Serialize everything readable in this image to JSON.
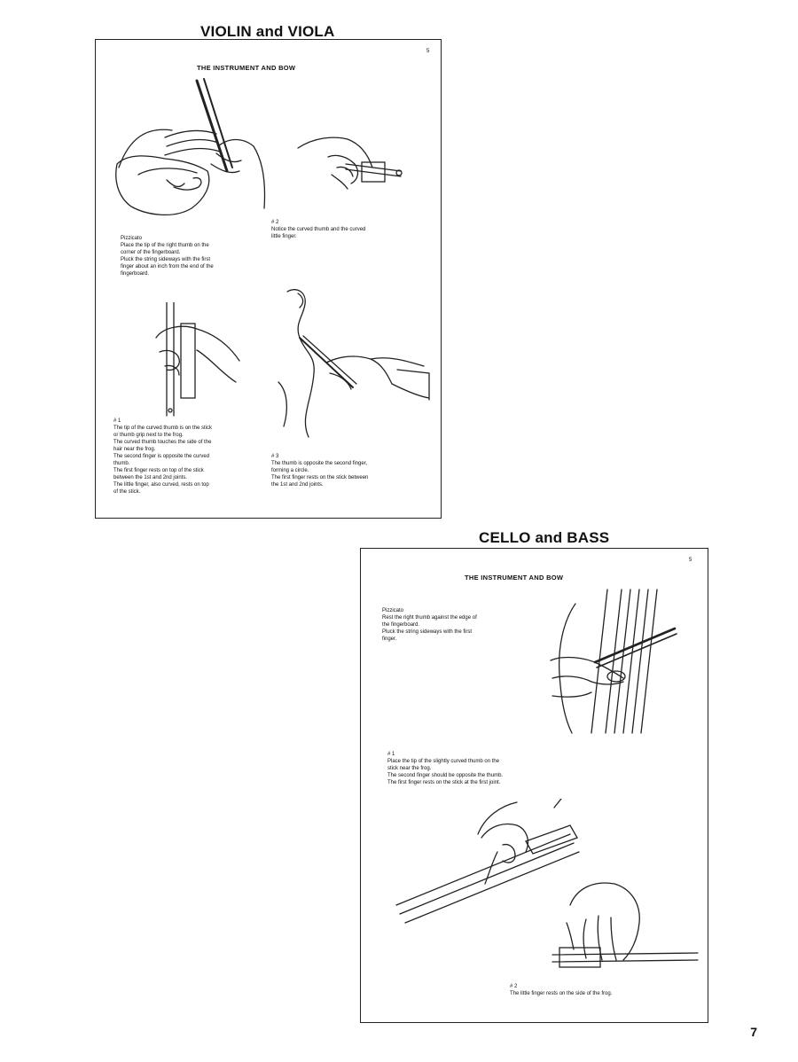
{
  "violin": {
    "heading": "VIOLIN and VIOLA",
    "page_mark": "5",
    "title": "THE INSTRUMENT AND BOW",
    "pizzicato": [
      "Pizzicato",
      "Place the tip of the right thumb on the",
      "corner of the fingerboard.",
      "Pluck the string sideways with the first",
      "finger about an inch from the end of the",
      "fingerboard."
    ],
    "fig2": [
      "# 2",
      "Notice the curved thumb and the curved",
      "little finger."
    ],
    "fig1": [
      "# 1",
      "The tip of the curved thumb is on the stick",
      " or thumb grip next to the frog.",
      "The curved thumb touches the side of the",
      "hair near the frog.",
      "The second finger is opposite the curved",
      "thumb.",
      "The first finger rests on top of the stick",
      "between the 1st and 2nd joints.",
      "The little finger, also curved, rests on top",
      "of the stick."
    ],
    "fig3": [
      "# 3",
      "The thumb is opposite the second finger,",
      "forming a circle.",
      "The first finger rests on the stick between",
      "the 1st and 2nd joints."
    ]
  },
  "cello": {
    "heading": "CELLO and BASS",
    "page_mark": "5",
    "title": "THE INSTRUMENT AND BOW",
    "pizzicato": [
      "Pizzicato",
      "Rest the right thumb against the edge of",
      "the fingerboard.",
      "Pluck the string sideways with the first",
      "finger."
    ],
    "fig1": [
      "# 1",
      "Place the tip of the slightly curved thumb on the",
      "stick near the frog.",
      "The second finger should be opposite the thumb.",
      "The first finger rests on the stick at the first joint."
    ],
    "fig2": [
      "# 2",
      "The little finger rests on the side of the frog."
    ]
  },
  "page_number": "7"
}
